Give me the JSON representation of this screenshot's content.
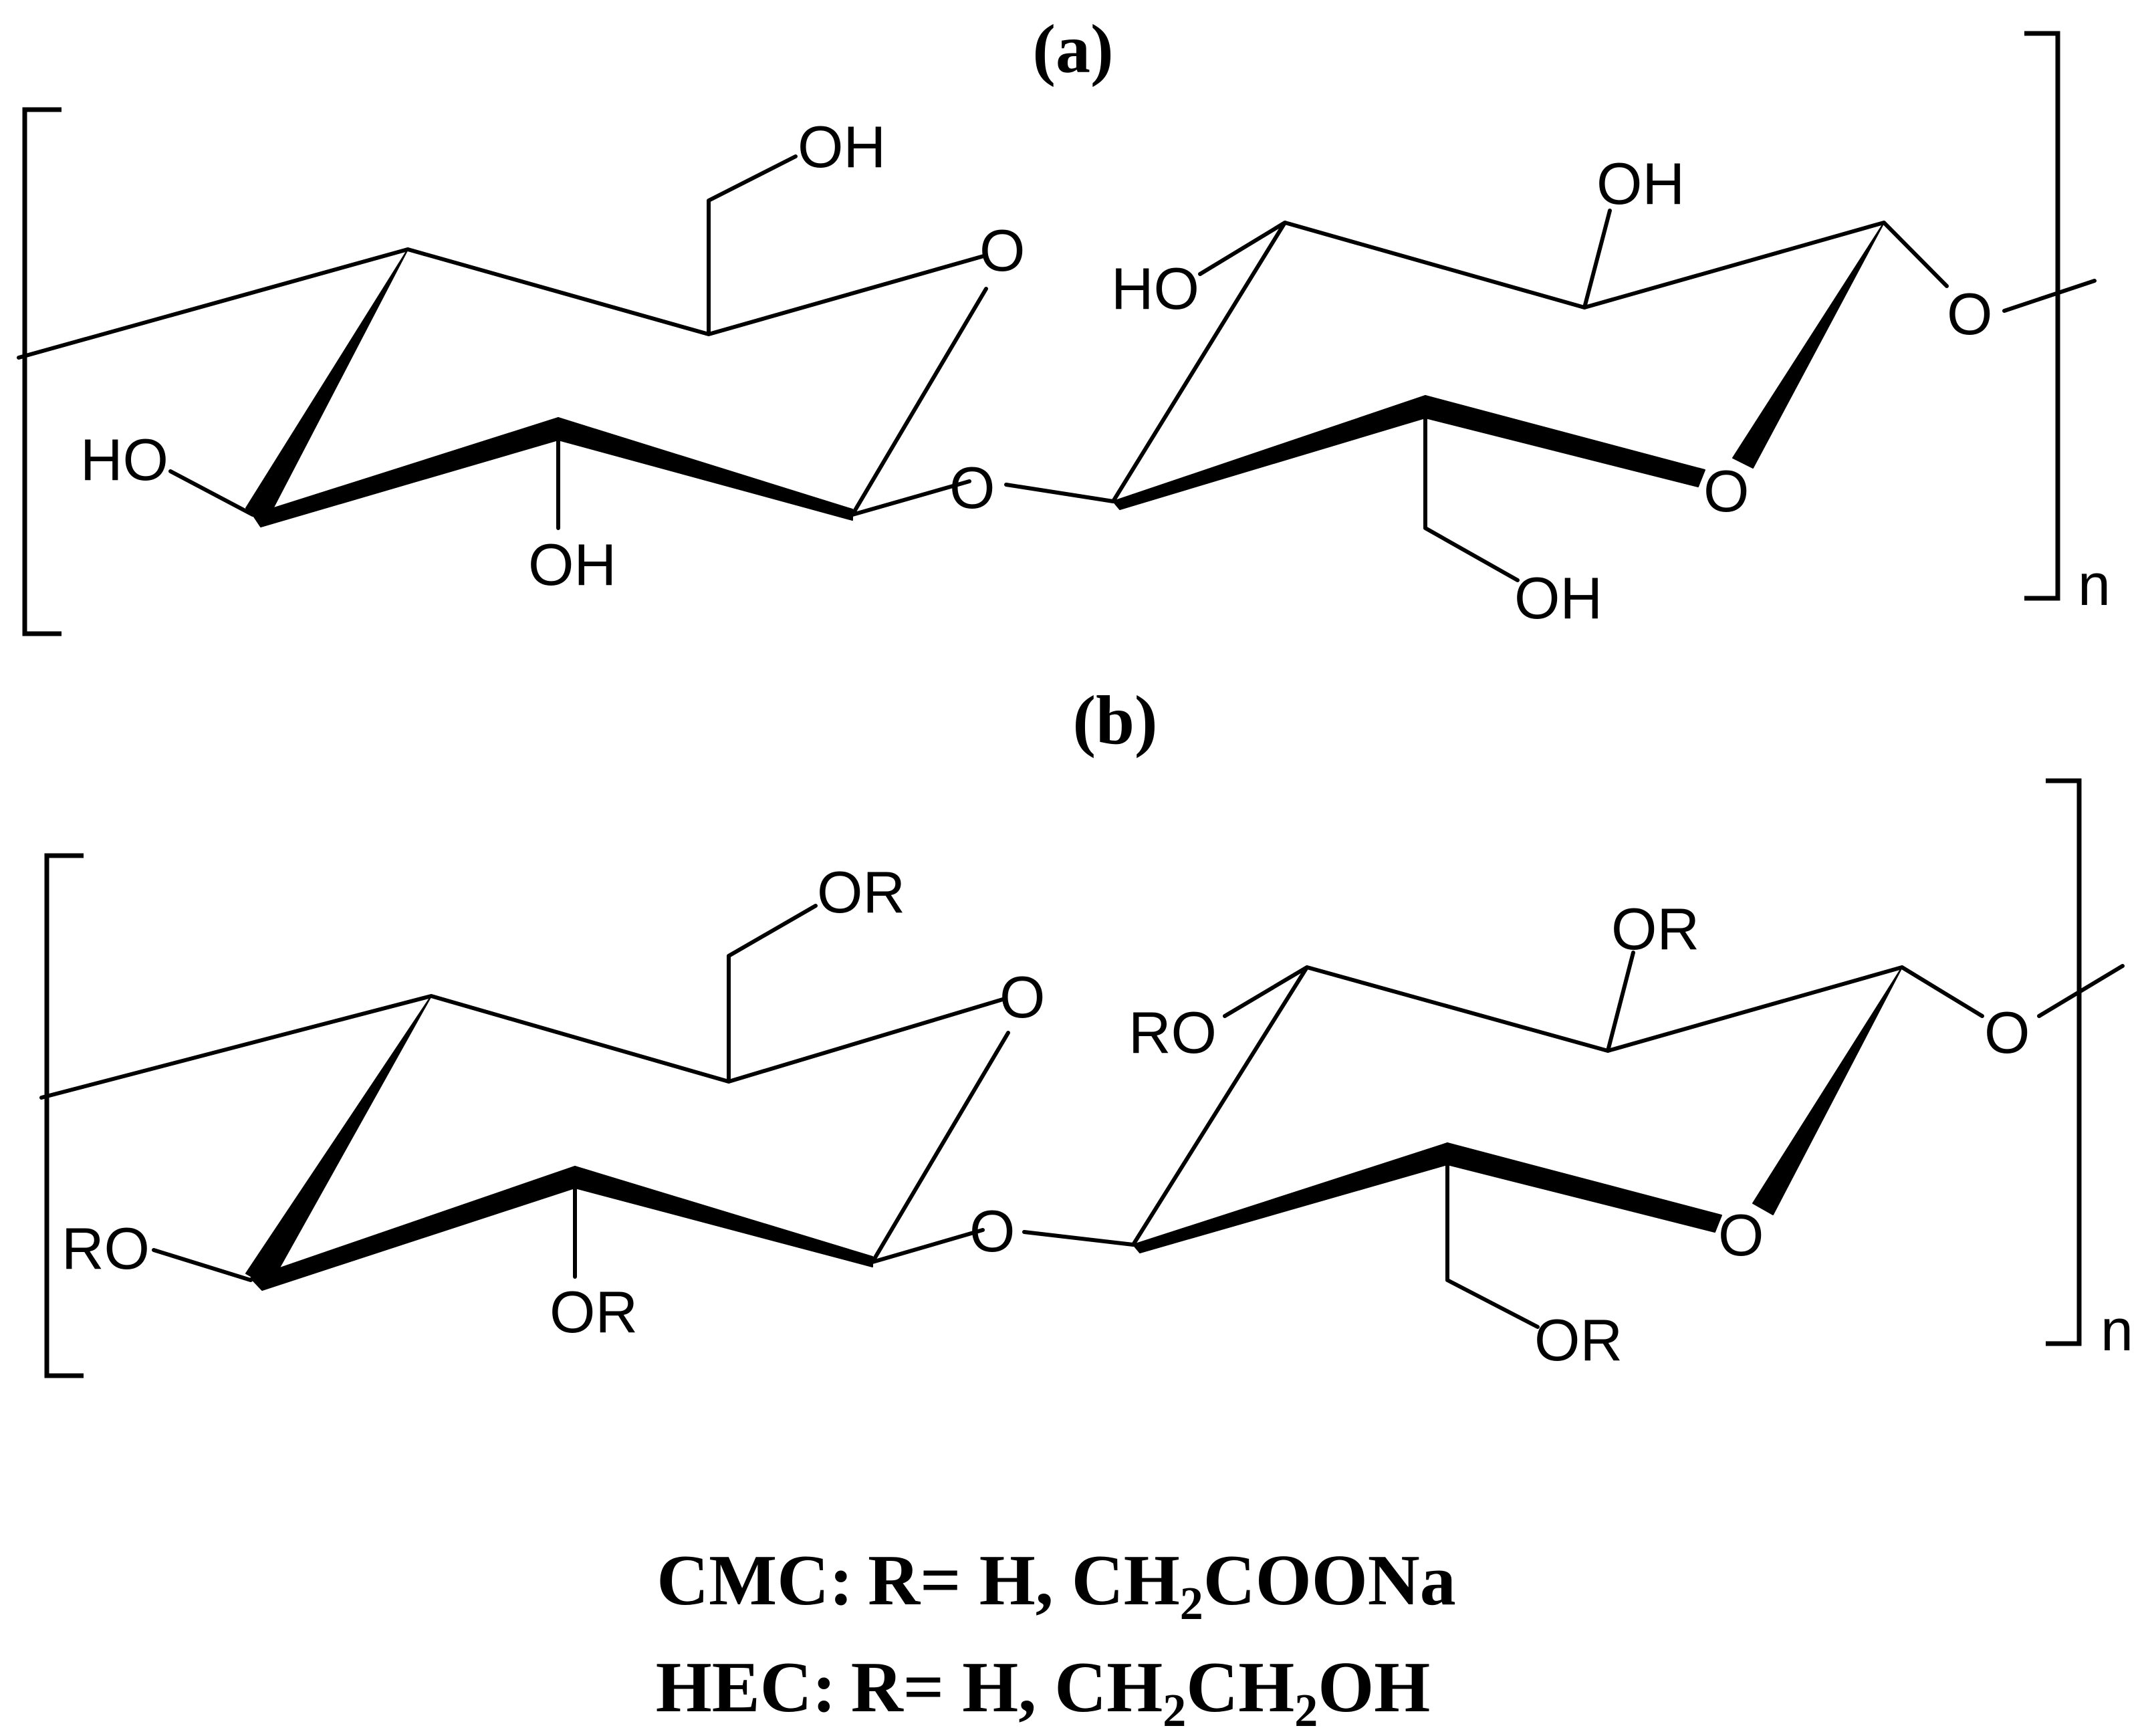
{
  "panels": {
    "a": {
      "label": "(a)",
      "repeat": "n",
      "atoms": {
        "oh_c6_left": "OH",
        "o_ring_left": "O",
        "ho_c2_left": "HO",
        "oh_c3_left": "OH",
        "o_glyco": "O",
        "ho_c3_right": "HO",
        "oh_c2_right": "OH",
        "o_link_right": "O",
        "o_ring_right": "O",
        "oh_c6_right": "OH"
      }
    },
    "b": {
      "label": "(b)",
      "repeat": "n",
      "atoms": {
        "or_c6_left": "OR",
        "o_ring_left": "O",
        "ro_c2_left": "RO",
        "or_c3_left": "OR",
        "o_glyco": "O",
        "ro_c3_right": "RO",
        "or_c2_right": "OR",
        "o_link_right": "O",
        "o_ring_right": "O",
        "or_c6_right": "OR"
      }
    }
  },
  "legend": {
    "cmc": {
      "name": "CMC:",
      "r_def": "R= H, CH",
      "sub": "2",
      "rest": "COONa"
    },
    "hec": {
      "name": "HEC:",
      "r_def": "R= H, CH",
      "sub1": "2",
      "mid": "CH",
      "sub2": "2",
      "rest": "OH"
    }
  }
}
